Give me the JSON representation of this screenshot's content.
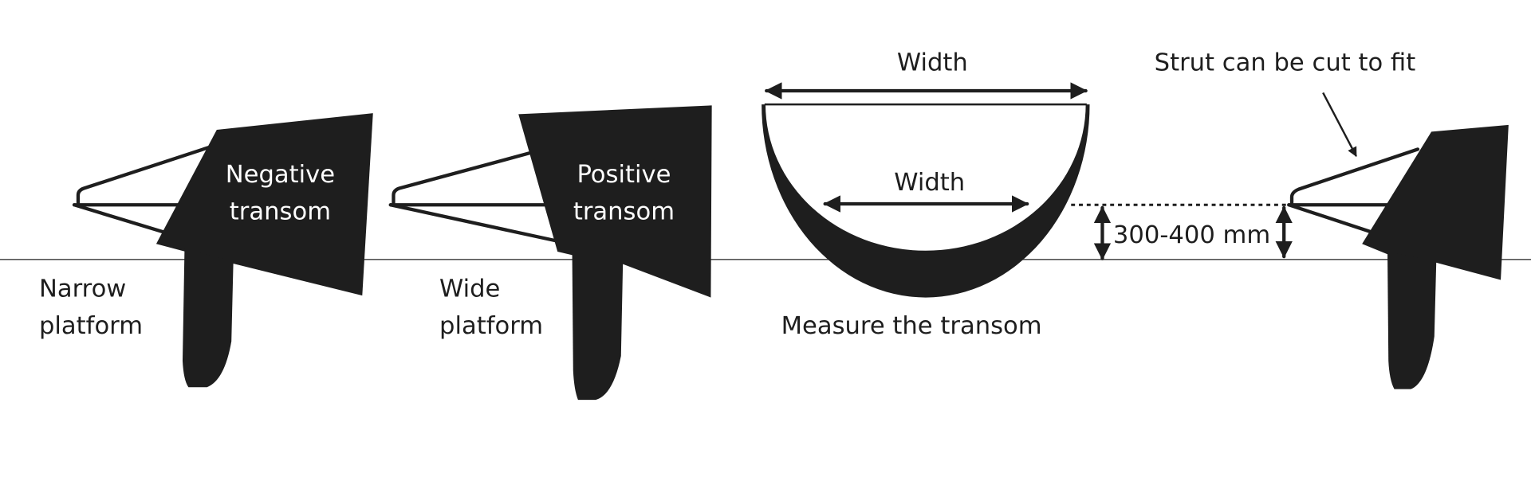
{
  "colors": {
    "ink": "#1e1e1e",
    "background": "#ffffff",
    "waterline": "#555555"
  },
  "units": [
    {
      "plate_label_1": "Negative",
      "plate_label_2": "transom",
      "caption_1": "Narrow",
      "caption_2": "platform"
    },
    {
      "plate_label_1": "Positive",
      "plate_label_2": "transom",
      "caption_1": "Wide",
      "caption_2": "platform"
    }
  ],
  "hull": {
    "outer_width_label": "Width",
    "inner_width_label": "Width",
    "caption": "Measure the transom",
    "height_label": "300-400 mm"
  },
  "strut_note": "Strut can be cut to fit"
}
